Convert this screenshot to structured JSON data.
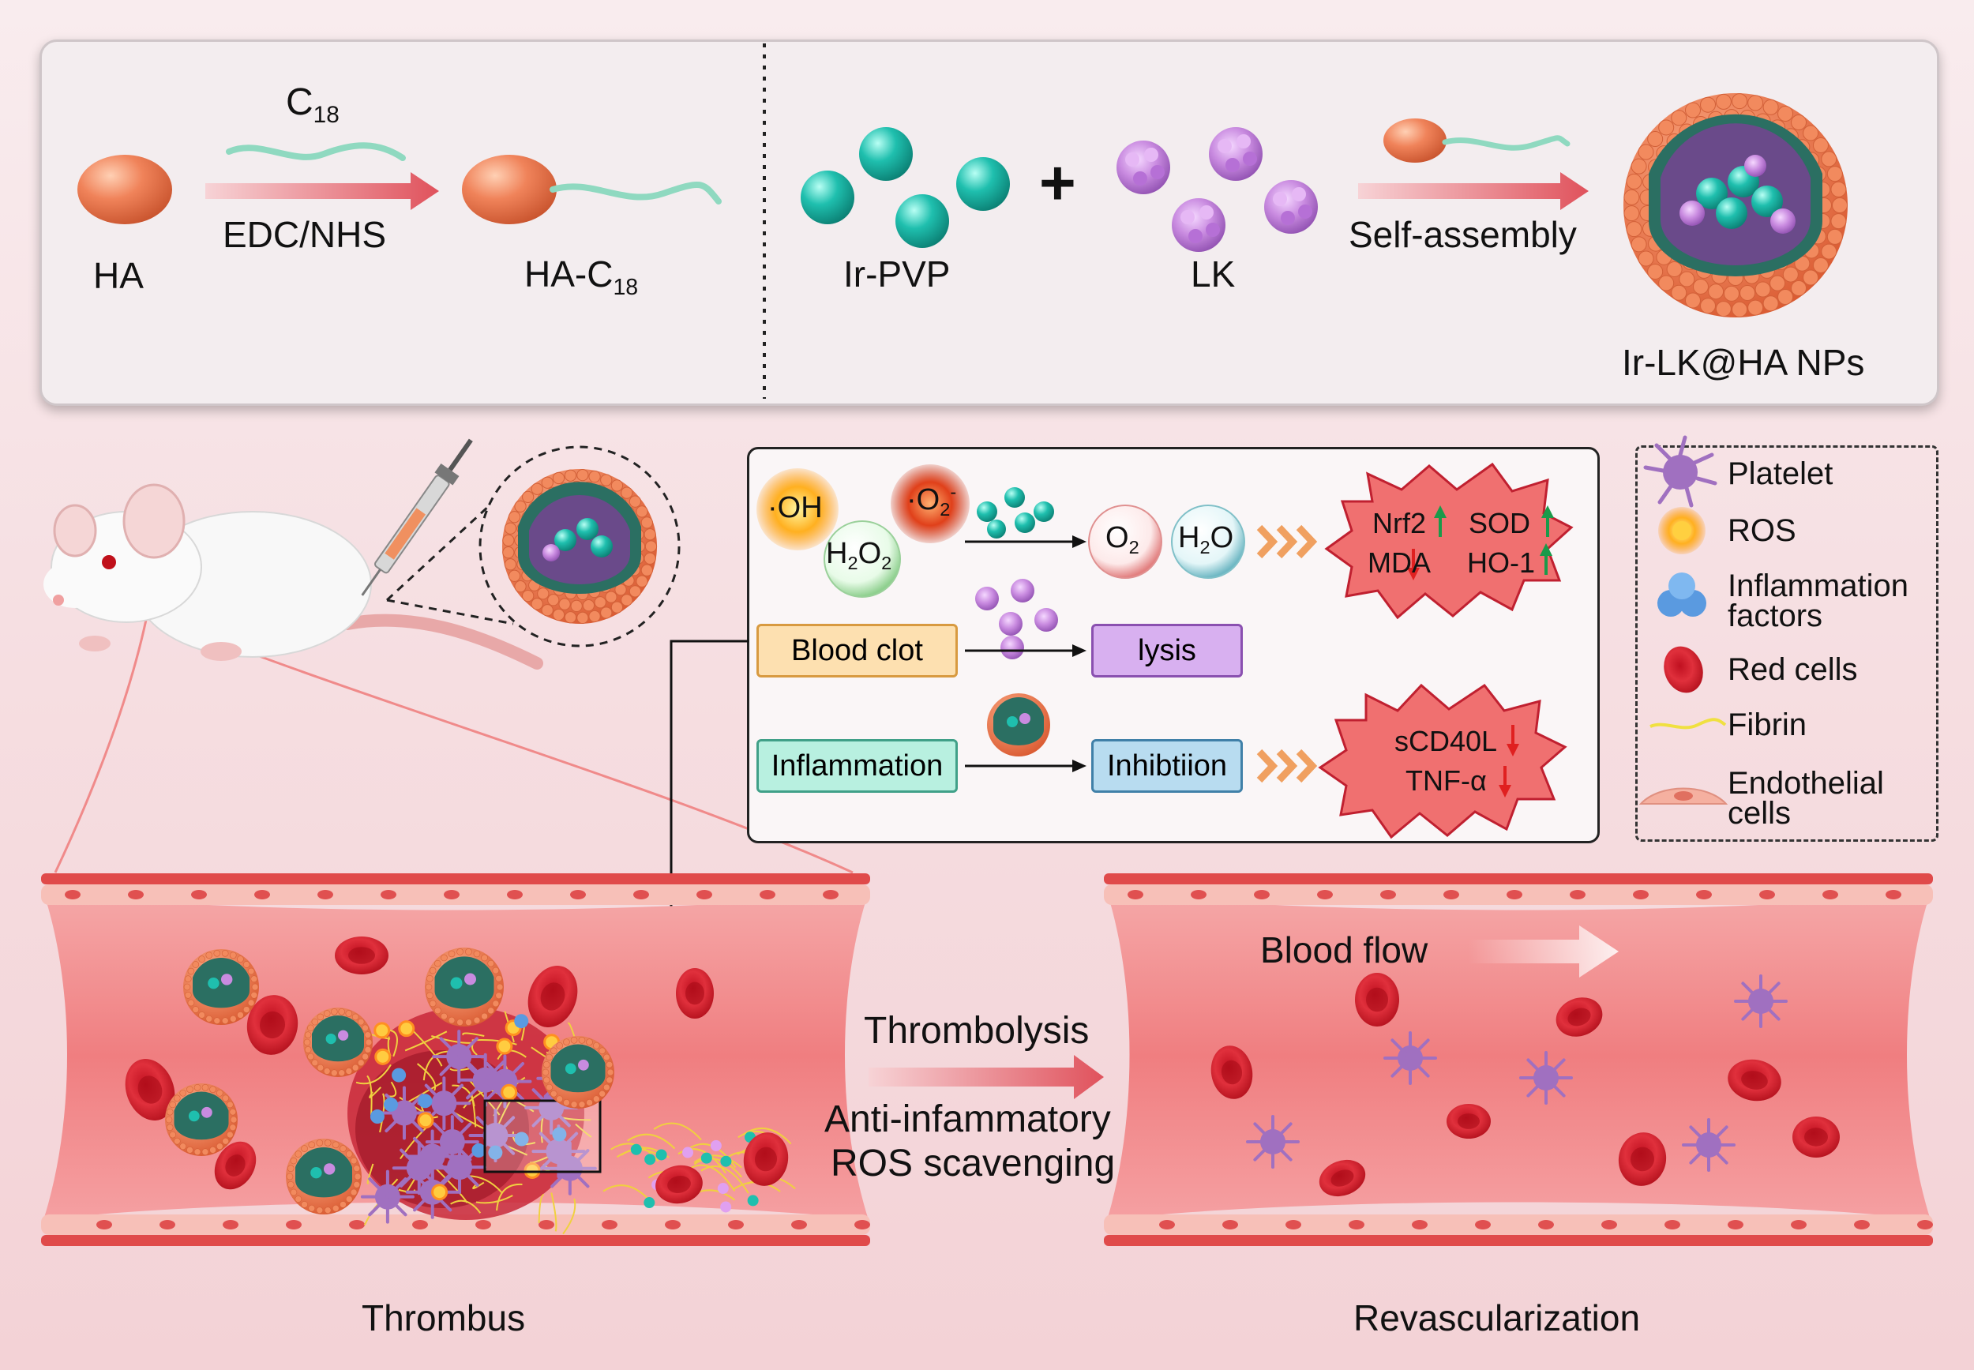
{
  "synthesis": {
    "ha": "HA",
    "c18": "C",
    "c18_sub": "18",
    "edc": "EDC/NHS",
    "ha_c18": "HA-C",
    "ha_c18_sub": "18",
    "ir_pvp": "Ir-PVP",
    "plus": "+",
    "lk": "LK",
    "self_assembly": "Self-assembly",
    "product": "Ir-LK@HA NPs"
  },
  "mechanism": {
    "oh": "·OH",
    "o2_radical": "·O",
    "o2_radical_sub": "2",
    "o2_radical_sup": "-",
    "h2o2_a": "H",
    "h2o2_sub1": "2",
    "h2o2_b": "O",
    "h2o2_sub2": "2",
    "o2": "O",
    "o2_sub": "2",
    "h2o_a": "H",
    "h2o_sub": "2",
    "h2o_b": "O",
    "nrf2": "Nrf2",
    "sod": "SOD",
    "mda": "MDA",
    "ho1": "HO-1",
    "blood_clot": "Blood clot",
    "lysis": "lysis",
    "inflammation": "Inflammation",
    "inhibition": "Inhibtiion",
    "scd40l": "sCD40L",
    "tnf": "TNF-α"
  },
  "legend": {
    "platelet": "Platelet",
    "ros": "ROS",
    "inflammation_1": "Inflammation",
    "inflammation_2": "factors",
    "red_cells": "Red cells",
    "fibrin": "Fibrin",
    "endothelial_1": "Endothelial",
    "endothelial_2": "cells"
  },
  "vessels": {
    "thrombus": "Thrombus",
    "revascularization": "Revascularization",
    "blood_flow": "Blood flow",
    "thrombolysis": "Thrombolysis",
    "anti_inflammatory": "Anti-infammatory",
    "ros_scavenging": "ROS scavenging"
  },
  "colors": {
    "ha_orange": "#f0835a",
    "ir_teal": "#1fbfae",
    "lk_purple": "#c98be0",
    "arrow_red": "#e0525c",
    "vessel_pink": "#f08080",
    "chevron_orange": "#f0a060",
    "up_green": "#1a9a4a",
    "down_red": "#e02020"
  }
}
